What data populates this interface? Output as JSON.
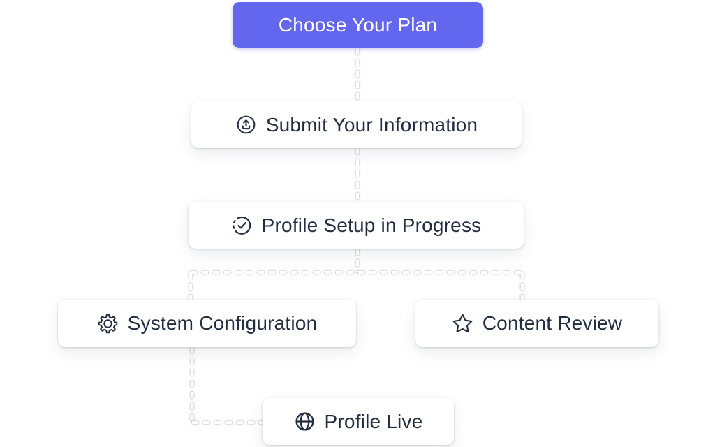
{
  "diagram": {
    "type": "flowchart",
    "nodes": [
      {
        "id": "plan",
        "label": "Choose Your Plan",
        "style": "primary-button"
      },
      {
        "id": "submit",
        "label": "Submit Your Information",
        "icon": "upload-icon"
      },
      {
        "id": "progress",
        "label": "Profile Setup in Progress",
        "icon": "progress-check-icon"
      },
      {
        "id": "config",
        "label": "System Configuration",
        "icon": "gear-icon"
      },
      {
        "id": "review",
        "label": "Content Review",
        "icon": "star-icon"
      },
      {
        "id": "live",
        "label": "Profile Live",
        "icon": "globe-icon"
      }
    ],
    "edges": [
      {
        "from": "plan",
        "to": "submit"
      },
      {
        "from": "submit",
        "to": "progress"
      },
      {
        "from": "progress",
        "to": "config"
      },
      {
        "from": "progress",
        "to": "review"
      },
      {
        "from": "config",
        "to": "live"
      }
    ],
    "colors": {
      "accent": "#6366ee",
      "button_text": "#ffffff",
      "card_background": "#ffffff",
      "text": "#222d3f",
      "connector": "#ffffff",
      "page_background": "#ffffff"
    },
    "connector_style": "dashed"
  }
}
